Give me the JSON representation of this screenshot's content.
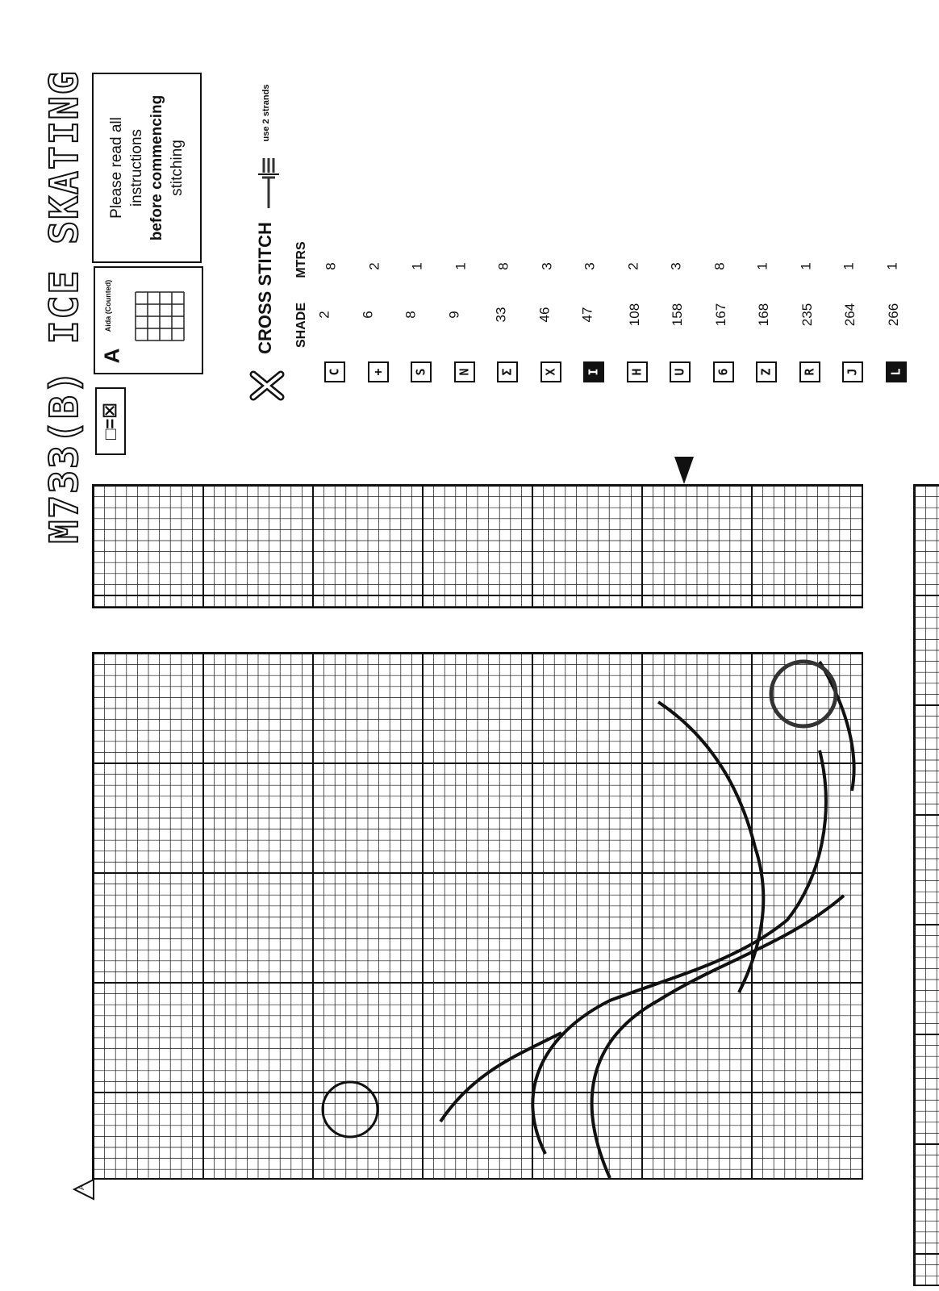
{
  "title": "M733(B) ICE SKATING",
  "legend_key": "□=☒",
  "aida": {
    "letter": "A",
    "label": "Aida",
    "sub": "(Counted)"
  },
  "instructions": {
    "line1": "Please read all",
    "line2": "instructions",
    "line3": "before commencing",
    "line4": "stitching"
  },
  "cross_stitch": {
    "heading": "CROSS STITCH",
    "strands": "use 2 strands",
    "col_shade": "SHADE",
    "col_mtrs": "MTRS",
    "rows": [
      {
        "symbol": "C",
        "shade": "2",
        "mtrs": "8",
        "dark": false
      },
      {
        "symbol": "+",
        "shade": "6",
        "mtrs": "2",
        "dark": false
      },
      {
        "symbol": "S",
        "shade": "8",
        "mtrs": "1",
        "dark": false
      },
      {
        "symbol": "N",
        "shade": "9",
        "mtrs": "1",
        "dark": false
      },
      {
        "symbol": "Σ",
        "shade": "33",
        "mtrs": "8",
        "dark": false
      },
      {
        "symbol": "X",
        "shade": "46",
        "mtrs": "3",
        "dark": false
      },
      {
        "symbol": "I",
        "shade": "47",
        "mtrs": "3",
        "dark": true
      },
      {
        "symbol": "H",
        "shade": "108",
        "mtrs": "2",
        "dark": false
      },
      {
        "symbol": "U",
        "shade": "158",
        "mtrs": "3",
        "dark": false
      },
      {
        "symbol": "6",
        "shade": "167",
        "mtrs": "8",
        "dark": false
      },
      {
        "symbol": "Z",
        "shade": "168",
        "mtrs": "1",
        "dark": false
      },
      {
        "symbol": "R",
        "shade": "235",
        "mtrs": "1",
        "dark": false
      },
      {
        "symbol": "J",
        "shade": "264",
        "mtrs": "1",
        "dark": false
      },
      {
        "symbol": "L",
        "shade": "266",
        "mtrs": "1",
        "dark": true
      }
    ]
  },
  "section_marker": "A"
}
